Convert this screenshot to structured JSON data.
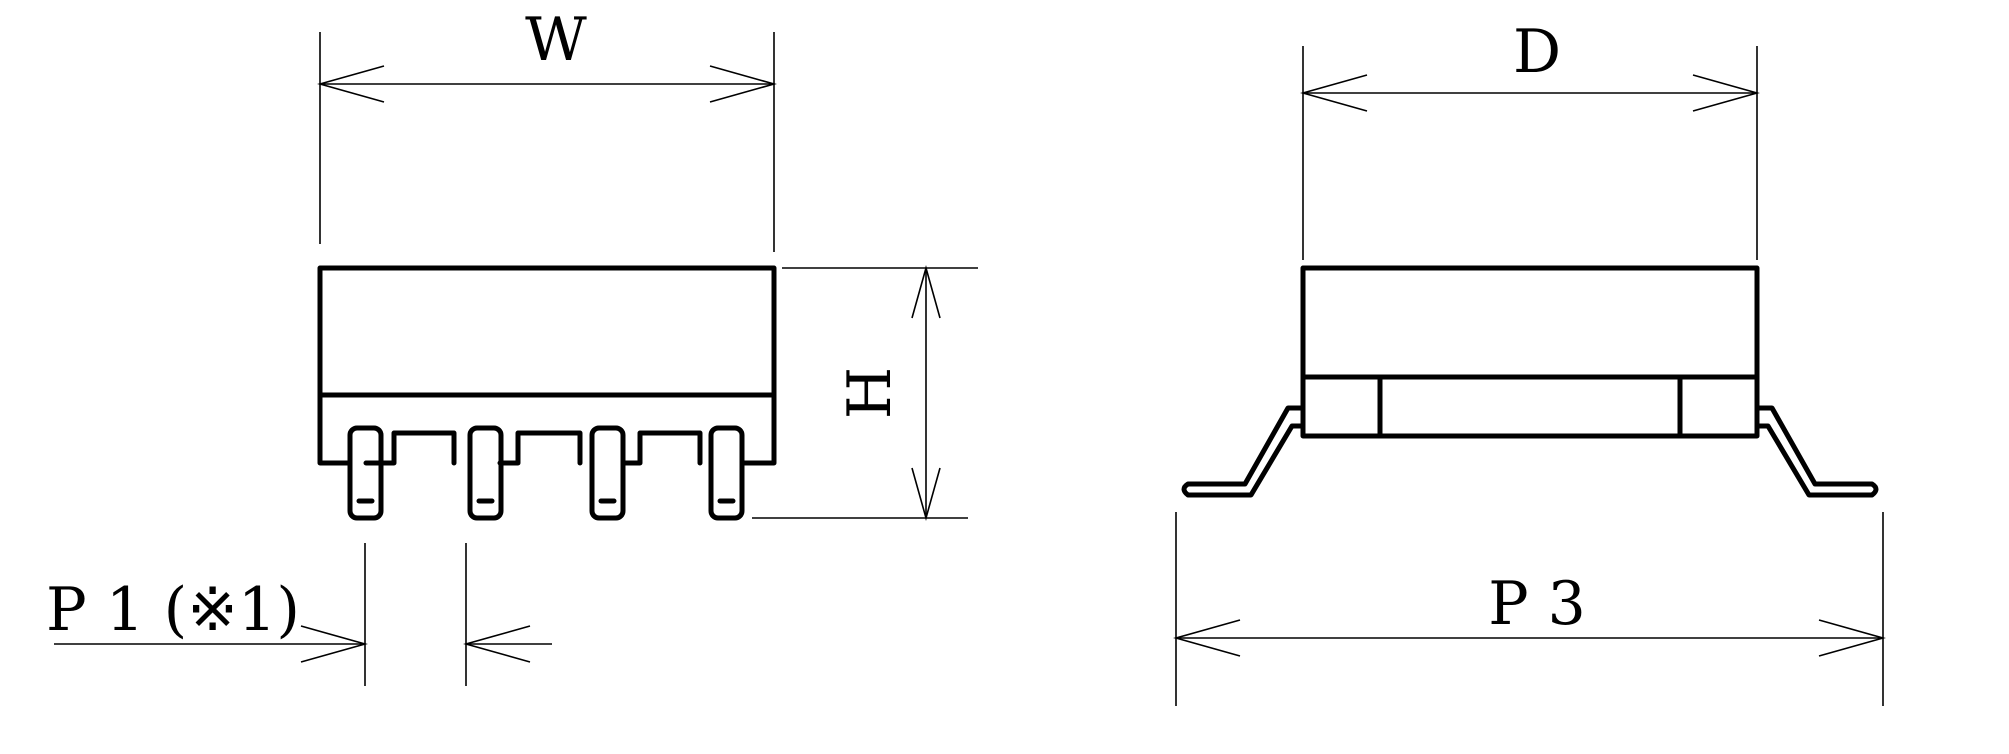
{
  "front_view": {
    "dimensions": {
      "width": "W",
      "height": "H",
      "pin_pitch": "P 1 (※1)"
    }
  },
  "side_view": {
    "dimensions": {
      "depth": "D",
      "lead_span": "P 3"
    }
  },
  "colors": {
    "line": "#000000",
    "background": "#ffffff"
  }
}
